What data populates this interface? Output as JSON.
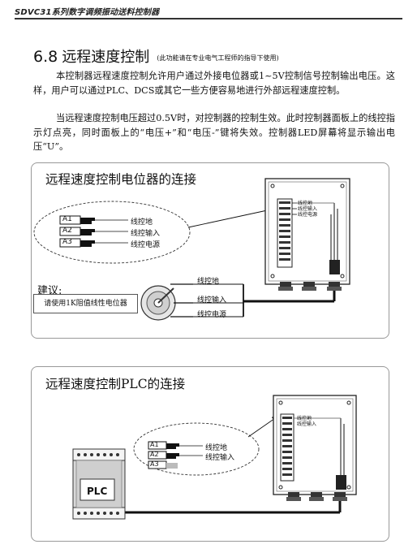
{
  "header": {
    "title": "SDVC31系列数字调频振动送料控制器"
  },
  "section": {
    "number": "6.8",
    "title": "远程速度控制",
    "note": "(此功能请在专业电气工程师的指导下使用)"
  },
  "paragraphs": {
    "p1": "本控制器远程速度控制允许用户通过外接电位器或1~5V控制信号控制输出电压。这样，用户可以通过PLC、DCS或其它一些方便容易地进行外部远程速度控制。",
    "p2": "当远程速度控制电压超过0.5V时，对控制器的控制生效。此时控制器面板上的线控指示灯点亮，同时面板上的“电压+”和“电压-”键将失效。控制器LED屏幕将显示输出电压“U”。"
  },
  "diagram1": {
    "title": "远程速度控制电位器的连接",
    "terminals": [
      "A1",
      "A2",
      "A3"
    ],
    "terminal_labels": [
      "线控地",
      "线控输入",
      "线控电源"
    ],
    "controller_labels": [
      "线控地",
      "线控输入",
      "线控电源"
    ],
    "pot_labels": [
      "线控地",
      "线控输入",
      "线控电源"
    ],
    "advice_label": "建议:",
    "advice_text": "请使用1K阻值线性电位器"
  },
  "diagram2": {
    "title": "远程速度控制PLC的连接",
    "terminals": [
      "A1",
      "A2",
      "A3"
    ],
    "terminal_labels": [
      "线控地",
      "线控输入"
    ],
    "controller_labels": [
      "线控地",
      "线控输入"
    ],
    "device_label": "PLC"
  }
}
